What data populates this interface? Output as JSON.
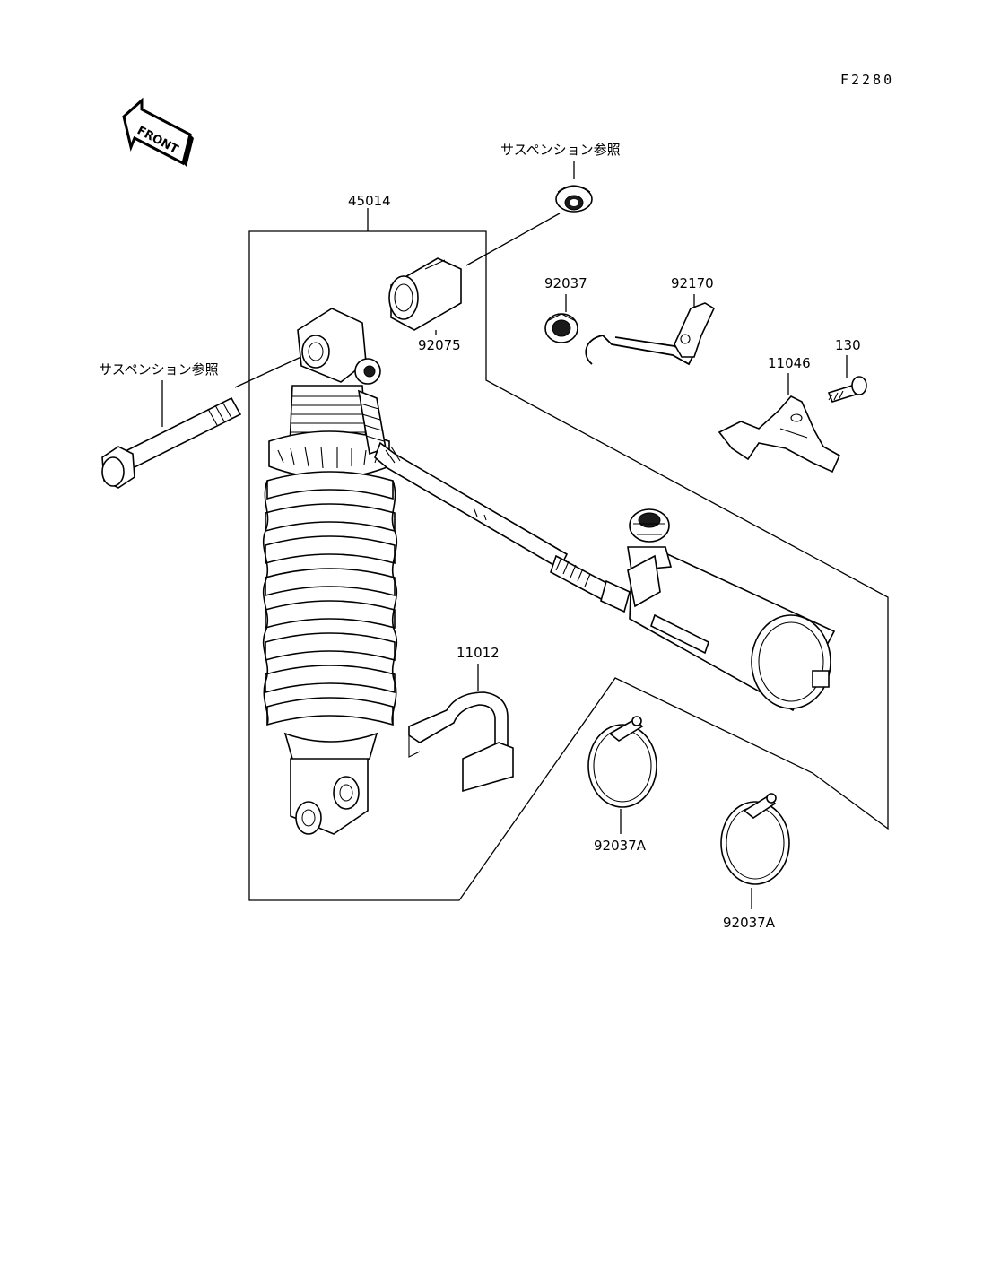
{
  "figure_code": "F2280",
  "front_arrow_label": "FRONT",
  "labels": {
    "bushing_ref_top": "サスペンション参照",
    "bolt_ref_left": "サスペンション参照",
    "shock_assembly": "45014",
    "sleeve": "92075",
    "grommet": "92037",
    "spring_clip": "92170",
    "bracket_bolt": "130",
    "reservoir_bracket": "11046",
    "hose_clamp_bracket": "11012",
    "hose_clamp_a": "92037A",
    "hose_clamp_b": "92037A"
  }
}
